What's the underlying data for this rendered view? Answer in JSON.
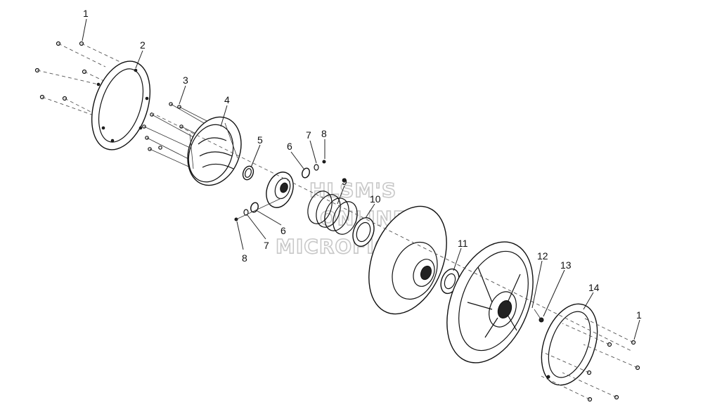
{
  "watermark": {
    "line1": "HLSM'S",
    "line2": "ONLINE",
    "line3": "MICROFICHE"
  },
  "callouts": {
    "c1a": "1",
    "c2": "2",
    "c3": "3",
    "c4": "4",
    "c5": "5",
    "c6a": "6",
    "c7a": "7",
    "c8a": "8",
    "c9": "9",
    "c10": "10",
    "c6b": "6",
    "c7b": "7",
    "c8b": "8",
    "c11": "11",
    "c12": "12",
    "c13": "13",
    "c14": "14",
    "c1b": "1"
  }
}
